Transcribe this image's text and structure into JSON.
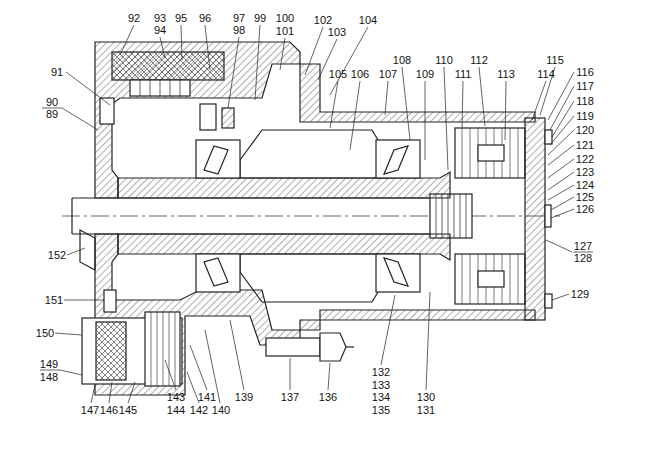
{
  "diagram": {
    "labels": [
      "92",
      "93",
      "94",
      "95",
      "96",
      "97",
      "98",
      "99",
      "100",
      "101",
      "102",
      "103",
      "104",
      "91",
      "90",
      "89",
      "105",
      "106",
      "107",
      "108",
      "109",
      "110",
      "111",
      "112",
      "113",
      "114",
      "115",
      "116",
      "117",
      "118",
      "119",
      "120",
      "121",
      "122",
      "123",
      "124",
      "125",
      "126",
      "127",
      "128",
      "129",
      "152",
      "151",
      "150",
      "149",
      "148",
      "147",
      "146",
      "145",
      "143",
      "144",
      "141",
      "142",
      "140",
      "139",
      "137",
      "136",
      "132",
      "133",
      "134",
      "135",
      "130",
      "131"
    ]
  }
}
